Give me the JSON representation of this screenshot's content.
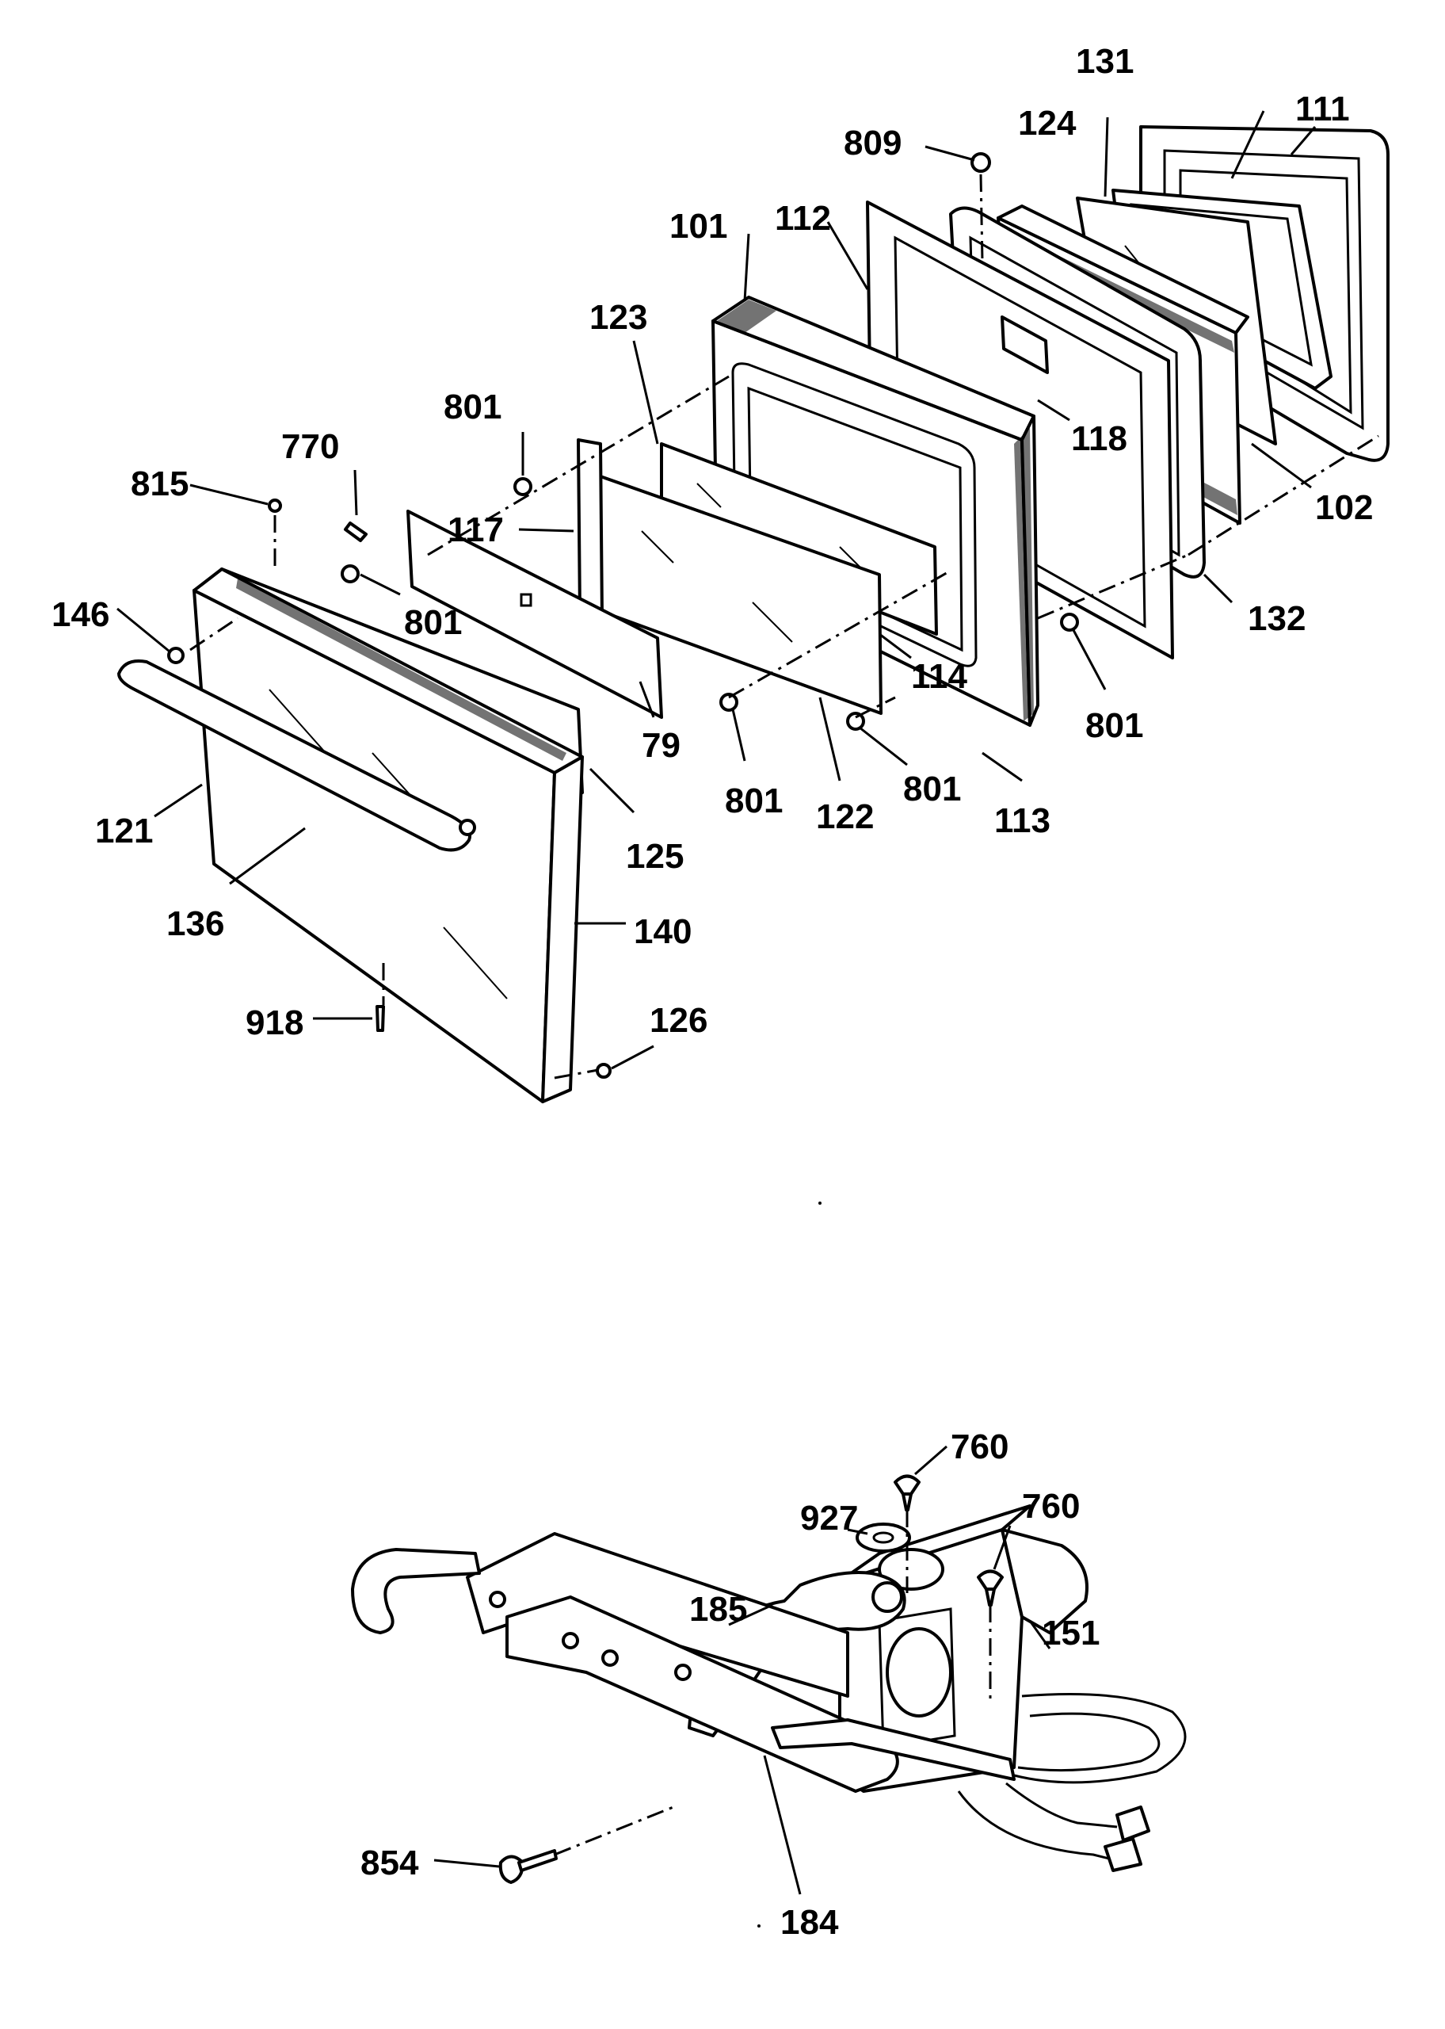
{
  "callouts": {
    "c111": "111",
    "c131": "131",
    "c124": "124",
    "c809": "809",
    "c101": "101",
    "c112": "112",
    "c123": "123",
    "c118": "118",
    "c102": "102",
    "c801a": "801",
    "c770": "770",
    "c815": "815",
    "c117": "117",
    "c146": "146",
    "c801b": "801",
    "c132": "132",
    "c114": "114",
    "c801c": "801",
    "c121": "121",
    "c79": "79",
    "c801d": "801",
    "c122": "122",
    "c801e": "801",
    "c113": "113",
    "c125": "125",
    "c136": "136",
    "c140": "140",
    "c918": "918",
    "c126": "126",
    "c760a": "760",
    "c927": "927",
    "c760b": "760",
    "c185": "185",
    "c151": "151",
    "c854": "854",
    "c184": "184"
  }
}
